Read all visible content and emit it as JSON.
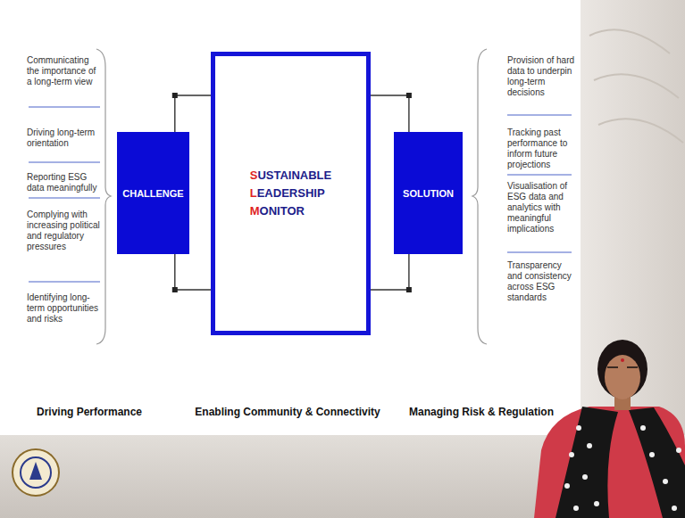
{
  "diagram": {
    "nodes": [
      {
        "text": [
          "CHALLENGE"
        ]
      },
      {
        "text": [
          "SUSTAINABLE LEADERSHIP MONITOR"
        ]
      },
      {
        "text": [
          "SOLUTION"
        ]
      }
    ],
    "edges": [
      {
        "from": 0,
        "to": 1,
        "arrow": "none"
      },
      {
        "from": 0,
        "to": 1,
        "arrow": "none"
      },
      {
        "from": 1,
        "to": 2,
        "arrow": "none"
      },
      {
        "from": 1,
        "to": 2,
        "arrow": "none"
      }
    ],
    "labels": [
      "Communicating the importance of a long-term view",
      "Driving long-term orientation",
      "Reporting ESG data meaningfully",
      "Complying with increasing political and regulatory pressures",
      "Identifying long-term opportunities and risks",
      "Provision of hard data to underpin long-term decisions",
      "Tracking past performance to inform future projections",
      "Visualisation of ESG data and analytics with meaningful implications",
      "Transparency and consistency across ESG standards",
      "Driving Performance",
      "Enabling Community & Connectivity",
      "Managing Risk & Regulation"
    ]
  }
}
